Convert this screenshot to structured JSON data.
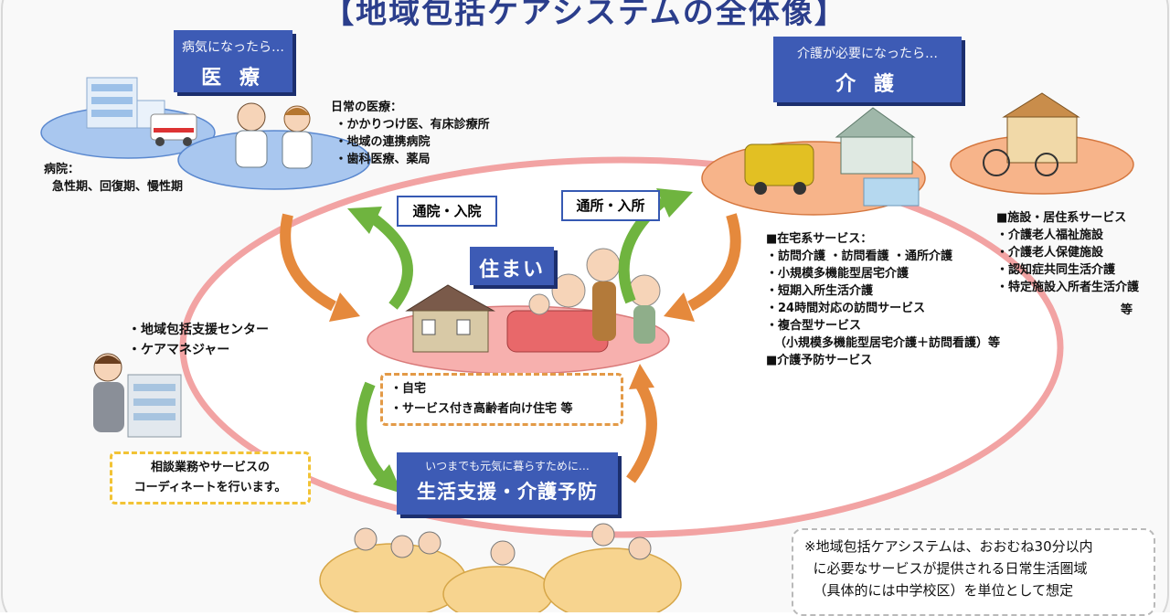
{
  "title": "【地域包括ケアシステムの全体像】",
  "iryo": {
    "sub": "病気になったら…",
    "main": "医 療"
  },
  "kaigo": {
    "sub": "介護が必要になったら…",
    "main": "介 護"
  },
  "sumai": {
    "main": "住まい"
  },
  "seikatsu": {
    "sub": "いつまでも元気に暮らすために…",
    "main": "生活支援・介護予防"
  },
  "labels": {
    "hospital": "病院：\n  急性期、回復期、慢性期",
    "daily_medical": "日常の医療：\n ・かかりつけ医、有床診療所\n ・地域の連携病院\n ・歯科医療、薬局",
    "home_services": "■在宅系サービス：\n・訪問介護 ・訪問看護 ・通所介護\n・小規模多機能型居宅介護\n・短期入所生活介護\n・24時間対応の訪問サービス\n・複合型サービス\n  （小規模多機能型居宅介護＋訪問看護）等\n■介護予防サービス",
    "facility_services": "■施設・居住系サービス\n・介護老人福祉施設\n・介護老人保健施設\n・認知症共同生活介護\n・特定施設入所者生活介護",
    "facility_etc": "等",
    "support_center": "・地域包括支援センター\n・ケアマネジャー"
  },
  "nav": {
    "tsuin": "通院・入院",
    "tsusho": "通所・入所"
  },
  "housing": "・自宅\n・サービス付き高齢者向け住宅 等",
  "consult": "相談業務やサービスの\nコーディネートを行います。",
  "note": "※地域包括ケアシステムは、おおむね30分以内\n  に必要なサービスが提供される日常生活圏域\n  （具体的には中学校区）を単位として想定",
  "colors": {
    "blue_box": "#3d5bb5",
    "big_ring": "#f4a0a0",
    "orange_arrow": "#e5893c",
    "green_arrow": "#6fb43f",
    "dashed_orange": "#e39a47",
    "dashed_yellow": "#f2c335"
  }
}
